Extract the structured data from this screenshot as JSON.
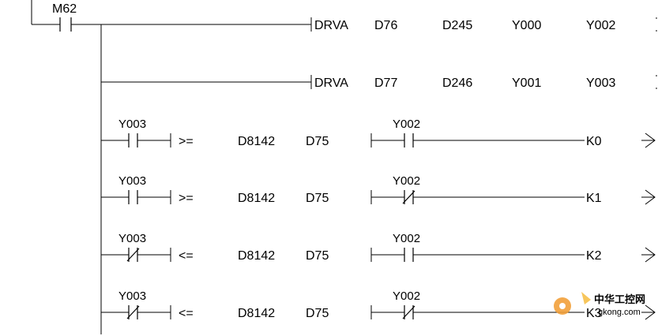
{
  "header": {
    "contact": "M62"
  },
  "rungs": [
    {
      "type": "instr",
      "instruction": "DRVA",
      "operands": [
        "D76",
        "D245",
        "Y000",
        "Y002"
      ]
    },
    {
      "type": "instr",
      "instruction": "DRVA",
      "operands": [
        "D77",
        "D246",
        "Y001",
        "Y003"
      ]
    },
    {
      "type": "compare",
      "contact": "Y003",
      "contact_nc": false,
      "op": ">=",
      "s1": "D8142",
      "s2": "D75",
      "contact2": "Y002",
      "contact2_nc": false,
      "output": "K0"
    },
    {
      "type": "compare",
      "contact": "Y003",
      "contact_nc": false,
      "op": ">=",
      "s1": "D8142",
      "s2": "D75",
      "contact2": "Y002",
      "contact2_nc": true,
      "output": "K1"
    },
    {
      "type": "compare",
      "contact": "Y003",
      "contact_nc": true,
      "op": "<=",
      "s1": "D8142",
      "s2": "D75",
      "contact2": "Y002",
      "contact2_nc": false,
      "output": "K2"
    },
    {
      "type": "compare",
      "contact": "Y003",
      "contact_nc": true,
      "op": "<=",
      "s1": "D8142",
      "s2": "D75",
      "contact2": "Y002",
      "contact2_nc": true,
      "output": "K3"
    }
  ],
  "watermark": {
    "text": "中华工控网",
    "url": "gkong.com",
    "color": "#e8651a"
  }
}
